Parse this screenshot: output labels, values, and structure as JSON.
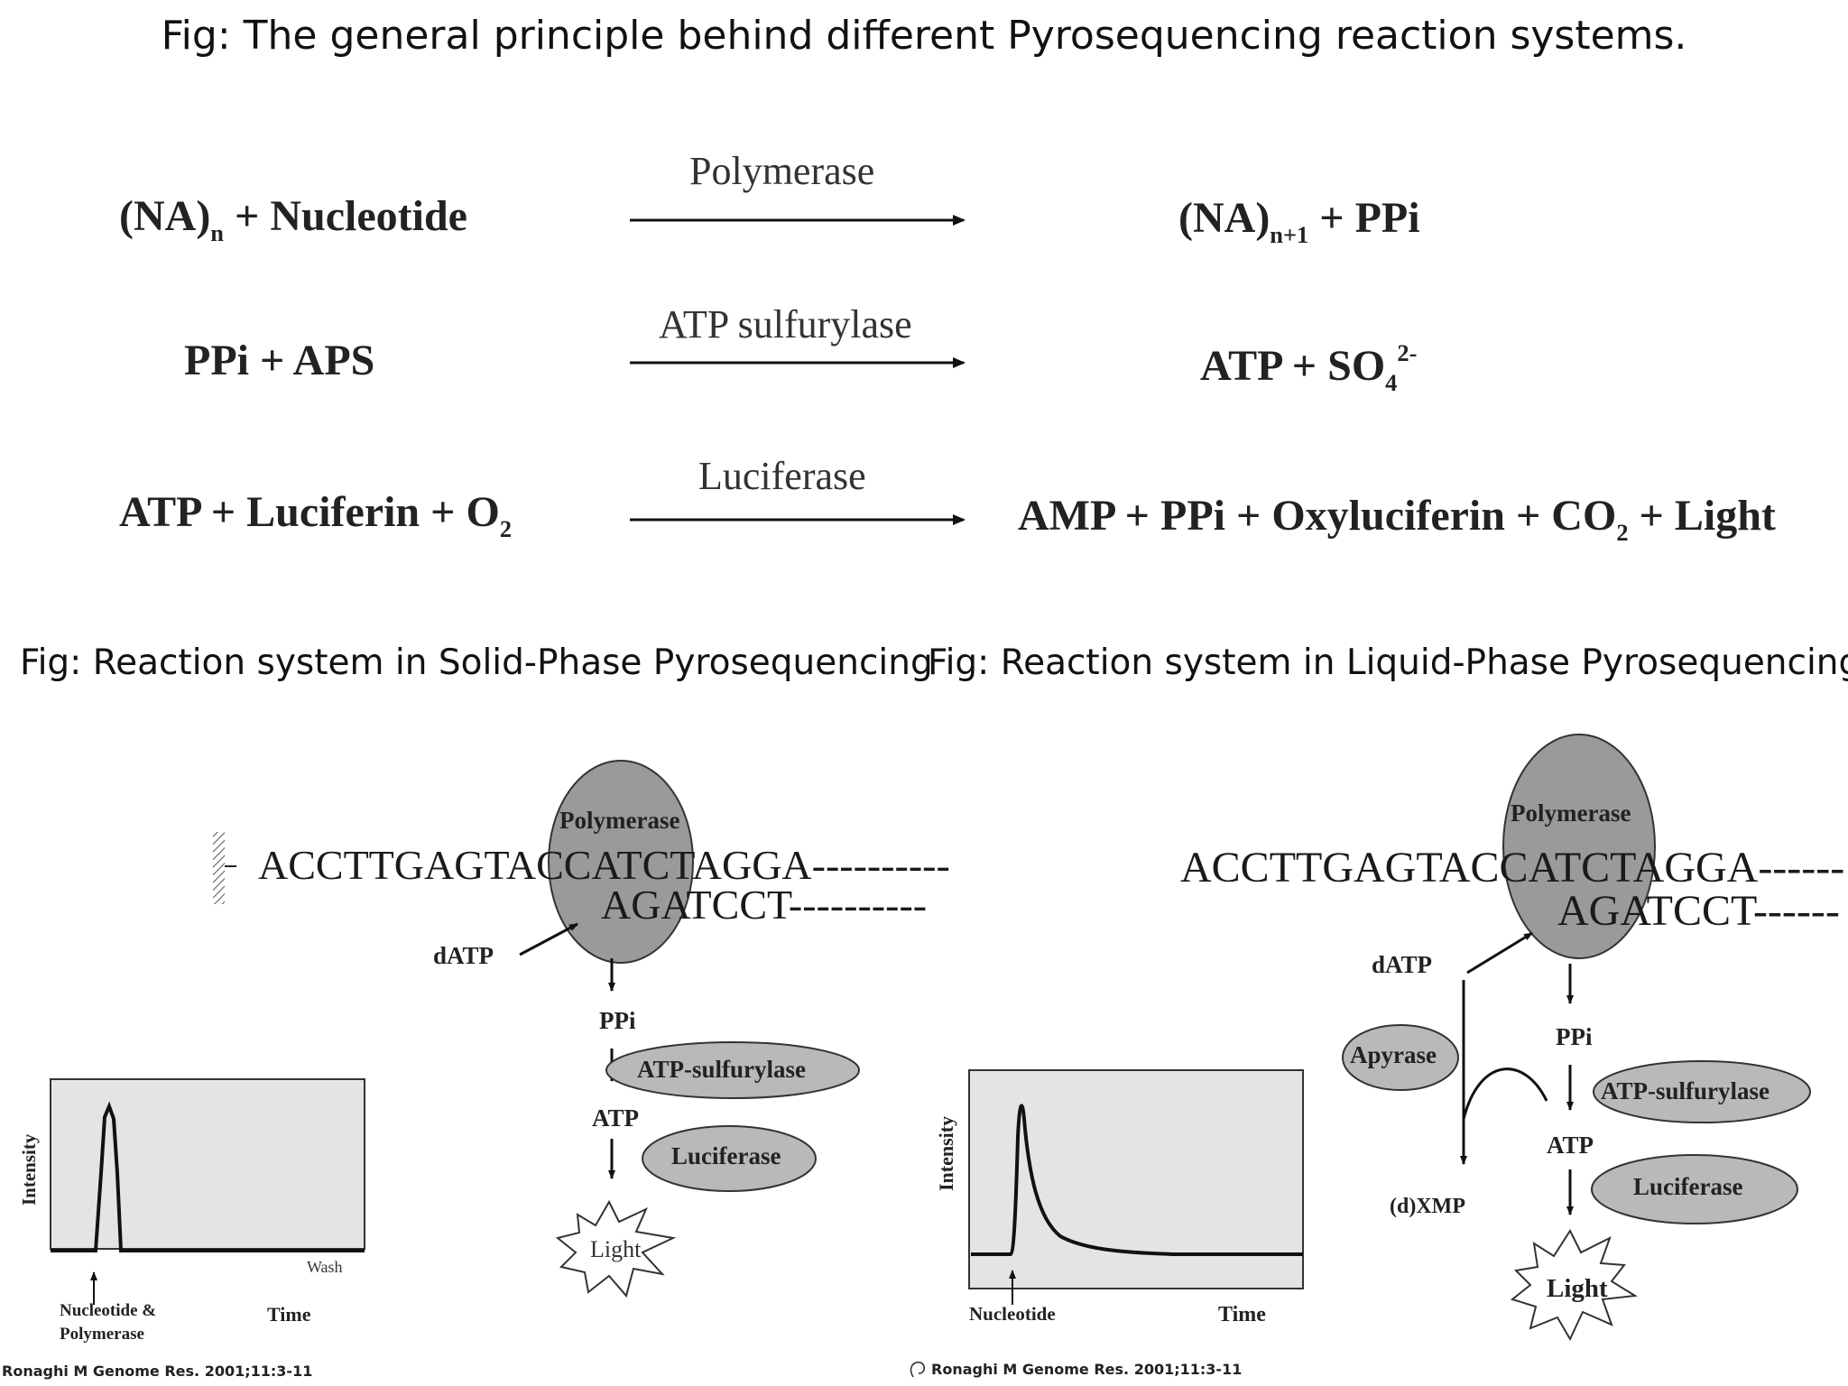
{
  "title": "Fig: The general principle behind different Pyrosequencing reaction systems.",
  "reactions": [
    {
      "left_main": "(NA)",
      "left_sub": "n",
      "left_rest": " + Nucleotide",
      "enzyme": "Polymerase",
      "right_main": "(NA)",
      "right_sub": "n+1",
      "right_rest": " + PPi"
    },
    {
      "left_main": "PPi + APS",
      "enzyme": "ATP sulfurylase",
      "right_main": "ATP + SO",
      "right_sub": "4",
      "right_sup": "2-"
    },
    {
      "left_main": "ATP + Luciferin + O",
      "left_sub": "2",
      "enzyme": "Luciferase",
      "right_main": "AMP + PPi + Oxyluciferin + CO",
      "right_sub": "2",
      "right_rest": " + Light"
    }
  ],
  "solid": {
    "caption": "Fig: Reaction system in Solid-Phase Pyrosequencing",
    "template": "ACCTTGAGTACCATCTAGGA----------",
    "primer": "AGATCCT----------",
    "polymerase": "Polymerase",
    "datp": "dATP",
    "ppi": "PPi",
    "sulfurylase": "ATP-sulfurylase",
    "atp": "ATP",
    "luciferase": "Luciferase",
    "light": "Light",
    "ylabel": "Intensity",
    "wash": "Wash",
    "nuc_label_1": "Nucleotide &",
    "nuc_label_2": "Polymerase",
    "xlabel": "Time",
    "citation": "Ronaghi M Genome Res. 2001;11:3-11"
  },
  "liquid": {
    "caption": "Fig: Reaction system in Liquid-Phase Pyrosequencing",
    "template": "ACCTTGAGTACCATCTAGGA------",
    "primer": "AGATCCT------",
    "polymerase": "Polymerase",
    "datp": "dATP",
    "apyrase": "Apyrase",
    "dxmp": "(d)XMP",
    "ppi": "PPi",
    "sulfurylase": "ATP-sulfurylase",
    "atp": "ATP",
    "luciferase": "Luciferase",
    "light": "Light",
    "ylabel": "Intensity",
    "nuc_label": "Nucleotide",
    "xlabel": "Time",
    "citation": "Ronaghi M Genome Res. 2001;11:3-11"
  },
  "colors": {
    "enzyme_fill": "#9a9a9a",
    "enzyme_fill_light": "#b9b9b9",
    "plot_bg": "#e4e4e4"
  }
}
